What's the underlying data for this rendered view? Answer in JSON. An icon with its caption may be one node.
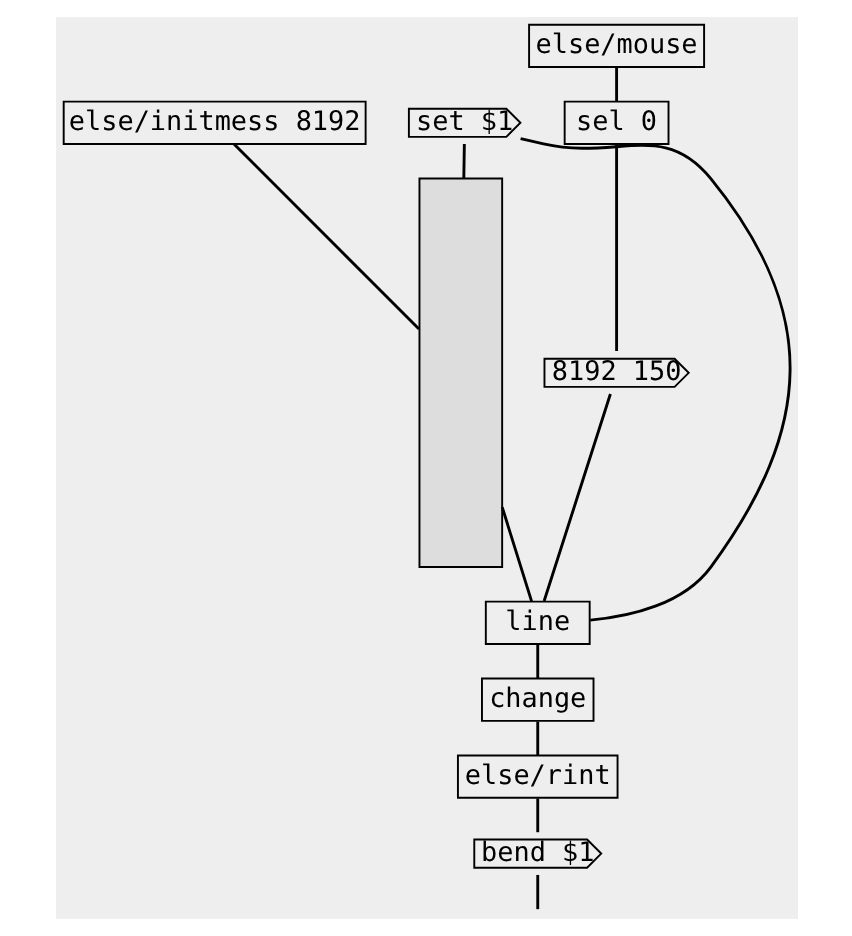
{
  "diagram": {
    "nodes": [
      {
        "text": [
          "else/initmess 8192"
        ]
      },
      {
        "text": [
          "set $1"
        ]
      },
      {
        "text": [],
        "shape": "box"
      },
      {
        "text": [
          "else/mouse"
        ]
      },
      {
        "text": [
          "sel 0"
        ]
      },
      {
        "text": [
          "8192 150"
        ]
      },
      {
        "text": [
          "line"
        ]
      },
      {
        "text": [
          "change"
        ]
      },
      {
        "text": [
          "else/rint"
        ]
      },
      {
        "text": [
          "bend $1"
        ]
      }
    ],
    "edges": [
      {
        "from": 0,
        "to": 2,
        "arrow": "none"
      },
      {
        "from": 1,
        "to": 2,
        "arrow": "none"
      },
      {
        "from": 6,
        "to": 1,
        "arrow": "none"
      },
      {
        "from": 2,
        "to": 6,
        "arrow": "none"
      },
      {
        "from": 3,
        "to": 4,
        "arrow": "none"
      },
      {
        "from": 4,
        "to": 5,
        "arrow": "none"
      },
      {
        "from": 5,
        "to": 6,
        "arrow": "none"
      },
      {
        "from": 6,
        "to": 7,
        "arrow": "none"
      },
      {
        "from": 7,
        "to": 8,
        "arrow": "none"
      },
      {
        "from": 8,
        "to": 9,
        "arrow": "none"
      },
      {
        "from": 9,
        "to": null,
        "arrow": "none"
      }
    ]
  }
}
